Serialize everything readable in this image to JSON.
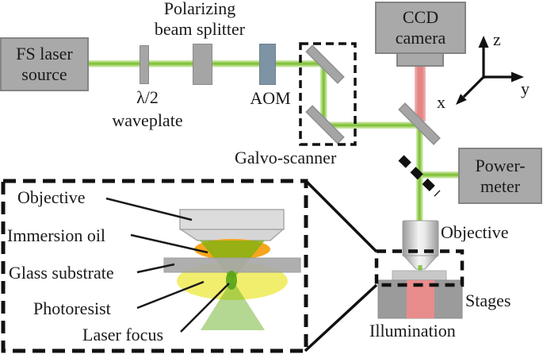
{
  "components": {
    "fs_laser_source": {
      "line1": "FS laser",
      "line2": "source"
    },
    "waveplate": {
      "line1": "λ/2",
      "line2": "waveplate"
    },
    "beam_splitter": {
      "line1": "Polarizing",
      "line2": "beam splitter"
    },
    "aom": {
      "label": "AOM"
    },
    "galvo_scanner": {
      "label": "Galvo-scanner"
    },
    "ccd_camera": {
      "line1": "CCD",
      "line2": "camera"
    },
    "power_meter": {
      "line1": "Power-",
      "line2": "meter"
    },
    "objective": {
      "label": "Objective"
    },
    "stages": {
      "label": "Stages"
    },
    "illumination": {
      "label": "Illumination"
    }
  },
  "axes": {
    "x": "x",
    "y": "y",
    "z": "z"
  },
  "inset": {
    "objective": "Objective",
    "immersion_oil": "Immersion oil",
    "glass_substrate": "Glass substrate",
    "photoresist": "Photoresist",
    "laser_focus": "Laser focus"
  },
  "colors": {
    "beam_green": "#80c13a",
    "beam_red": "#e58585",
    "component_gray": "#a9a9a9",
    "aom_blue_gray": "#7e93a3",
    "immersion_oil_orange": "#f6a61e",
    "photoresist_yellow": "#f1ee6d",
    "laser_focus_green": "#55a317",
    "stage_illumination_red": "#e98c8c"
  }
}
